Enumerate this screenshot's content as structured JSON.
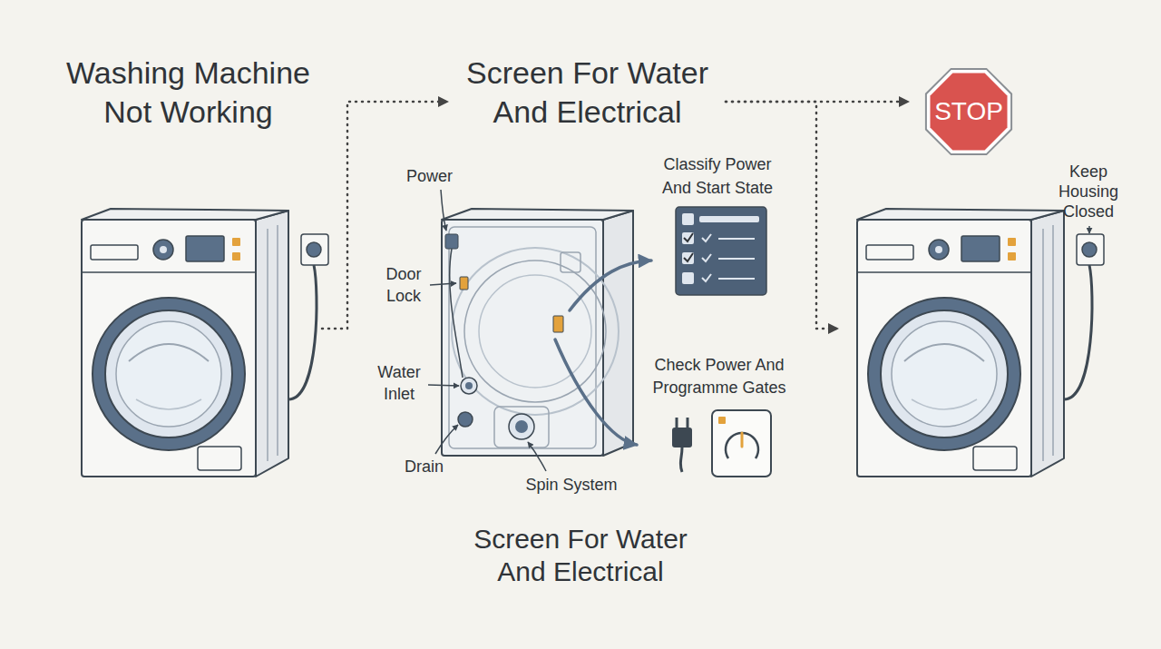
{
  "diagram": {
    "nodes": [
      {
        "text": [
          "Washing Machine Not Working"
        ]
      },
      {
        "text": [
          "Screen For Water And Electrical"
        ]
      },
      {
        "text": [
          "Classify Power And Start State"
        ]
      },
      {
        "text": [
          "Check Power And Programme Gates"
        ]
      },
      {
        "text": [
          "STOP"
        ]
      },
      {
        "text": [
          "Keep Housing Closed"
        ]
      }
    ],
    "edges": [
      {
        "from": 0,
        "to": 1,
        "arrow": "to"
      },
      {
        "from": 1,
        "to": 4,
        "arrow": "to"
      },
      {
        "from": 1,
        "to": 5,
        "arrow": "to"
      }
    ],
    "labels": [
      "Power",
      "Door Lock",
      "Water Inlet",
      "Drain",
      "Spin System",
      "Screen For Water And Electrical"
    ]
  }
}
